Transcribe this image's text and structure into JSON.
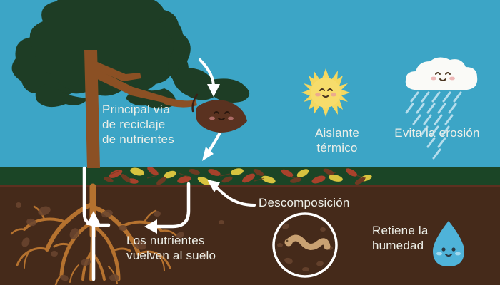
{
  "infographic": {
    "theme": "ciclo-de-nutrientes-hojarasca",
    "labels": {
      "recycle": "Principal vía\nde reciclaje\nde nutrientes",
      "thermal": "Aislante\ntérmico",
      "erosion": "Evita la erosión",
      "decomposition": "Descomposición",
      "nutrients": "Los nutrientes\nvuelven al suelo",
      "moisture": "Retiene la\nhumedad"
    },
    "icons": {
      "sun": "sun-kawaii-icon",
      "cloud": "rain-cloud-kawaii-icon",
      "droplet": "water-droplet-kawaii-icon",
      "leaf": "falling-leaf-kawaii-icon",
      "worm": "earthworm-icon",
      "tree": "tree-icon"
    },
    "colors": {
      "sky": "#3CA5C6",
      "grass": "#1B4526",
      "soil": "#452A1A",
      "canopy": "#1E3D25",
      "trunk": "#8B5024",
      "root": "#B5722F",
      "text": "#EDEFE8",
      "sun": "#F5D860",
      "cloud": "#FAFAF7",
      "droplet": "#4FB3D9",
      "leaf": "#5A3220",
      "arrow": "#FFFFFF",
      "blush": "#E89A9A",
      "litter_yellow": "#D8C33F",
      "litter_red": "#A8412B",
      "litter_brown": "#6E3A22"
    }
  }
}
